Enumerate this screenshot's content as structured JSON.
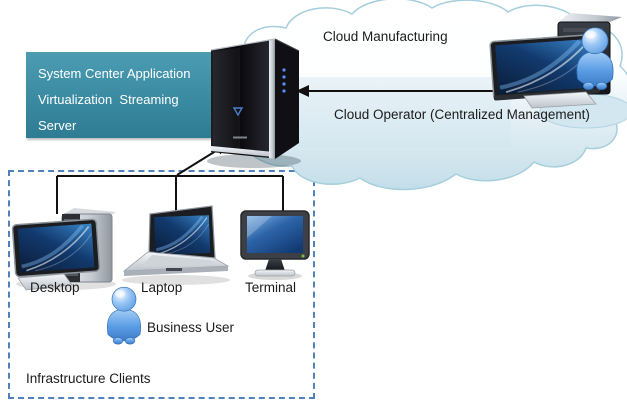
{
  "colors": {
    "teal_box_top": "#4C9DB3",
    "teal_box_bottom": "#2E7C94",
    "dashed_border": "#4F81BD",
    "cloud_fill": "#D7E9F1",
    "cloud_stroke": "#A6CEDC",
    "arrow": "#111111",
    "person_blue": "#6FB1F0"
  },
  "server_box": {
    "lines": [
      "System Center Application",
      "Virtualization  Streaming",
      "Server"
    ]
  },
  "cloud": {
    "title": "Cloud Manufacturing",
    "operator_label": "Cloud Operator (Centralized Management)"
  },
  "clients": {
    "box_label": "Infrastructure Clients",
    "user_label": "Business User",
    "devices": [
      {
        "label": "Desktop"
      },
      {
        "label": "Laptop"
      },
      {
        "label": "Terminal"
      }
    ]
  }
}
